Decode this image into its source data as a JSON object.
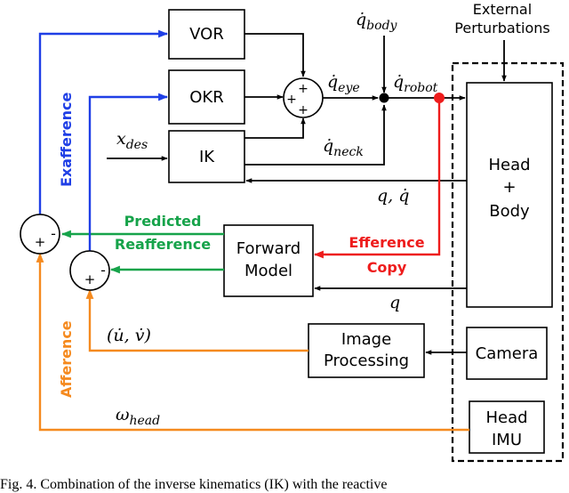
{
  "blocks": {
    "vor": "VOR",
    "okr": "OKR",
    "ik": "IK",
    "head_body": [
      "Head",
      "+",
      "Body"
    ],
    "forward_model": [
      "Forward",
      "Model"
    ],
    "image_processing": [
      "Image",
      "Processing"
    ],
    "camera": "Camera",
    "head_imu": [
      "Head",
      "IMU"
    ],
    "external_perturbations": [
      "External",
      "Perturbations"
    ]
  },
  "signals": {
    "q_body": "q̇",
    "q_body_sub": "body",
    "q_eye": "q̇",
    "q_eye_sub": "eye",
    "q_robot": "q̇",
    "q_robot_sub": "robot",
    "q_neck": "q̇",
    "q_neck_sub": "neck",
    "x_des": "x",
    "x_des_sub": "des",
    "q_qdot": "q, q̇",
    "q": "q",
    "uv": "(u̇, v̇)",
    "omega_head": "ω",
    "omega_head_sub": "head"
  },
  "labels": {
    "exafference": "Exafference",
    "predicted": "Predicted",
    "reafference": "Reafference",
    "efference": "Efference",
    "copy": "Copy",
    "afference": "Afference"
  },
  "signs": {
    "plus": "+",
    "minus": "-"
  },
  "colors": {
    "blue": "#1f3fe6",
    "green": "#16a34a",
    "red": "#ee1c1c",
    "orange": "#f58a1f",
    "black": "#000000"
  },
  "caption": "Fig. 4.   Combination of the inverse kinematics (IK) with the reactive"
}
